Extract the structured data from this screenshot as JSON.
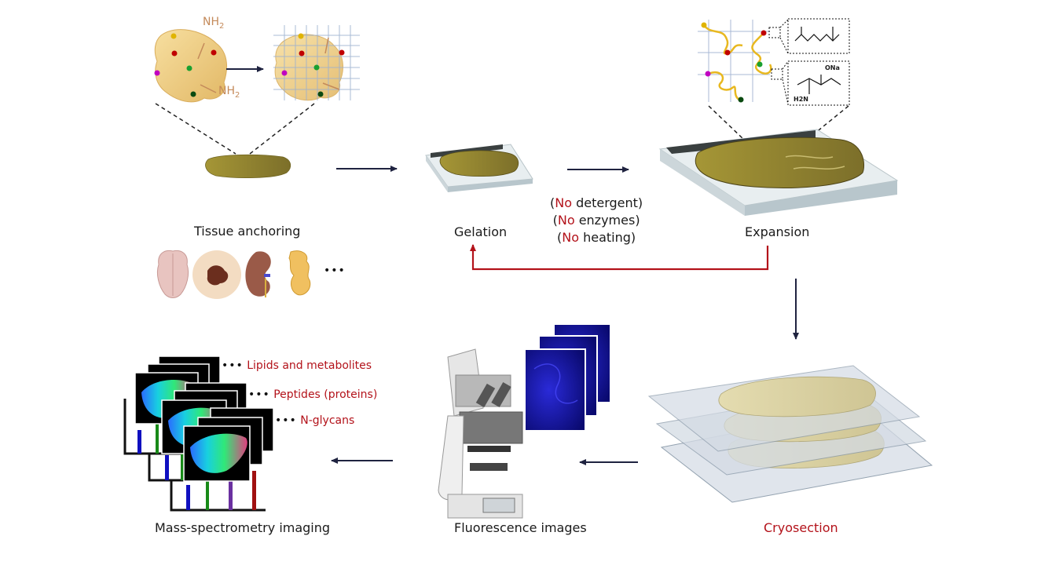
{
  "steps": {
    "tissue_anchoring": "Tissue anchoring",
    "gelation": "Gelation",
    "expansion": "Expansion",
    "cryosection": "Cryosection",
    "fluorescence": "Fluorescence images",
    "mass_spec": "Mass-spectrometry imaging"
  },
  "protein": {
    "nh2_top": "NH",
    "nh2_bottom": "NH",
    "subscript": "2"
  },
  "conditions": [
    {
      "neg": "No",
      "rest": " detergent)"
    },
    {
      "neg": "No",
      "rest": " enzymes)"
    },
    {
      "neg": "No",
      "rest": " heating)"
    }
  ],
  "conditions_open": "(",
  "ellipsis": "•••",
  "ms_layers": [
    {
      "label": "Lipids and metabolites"
    },
    {
      "label": "Peptides (proteins)"
    },
    {
      "label": "N-glycans"
    }
  ],
  "ms_dots": "•••",
  "chem": {
    "na": "ONa",
    "h2n": "H2N"
  },
  "colors": {
    "arrow": "#1f2340",
    "cycle_arrow": "#b3121a",
    "accent_red": "#b3121a",
    "tissue": "#8c7d2e",
    "gel_slab": "#e8eef0"
  }
}
